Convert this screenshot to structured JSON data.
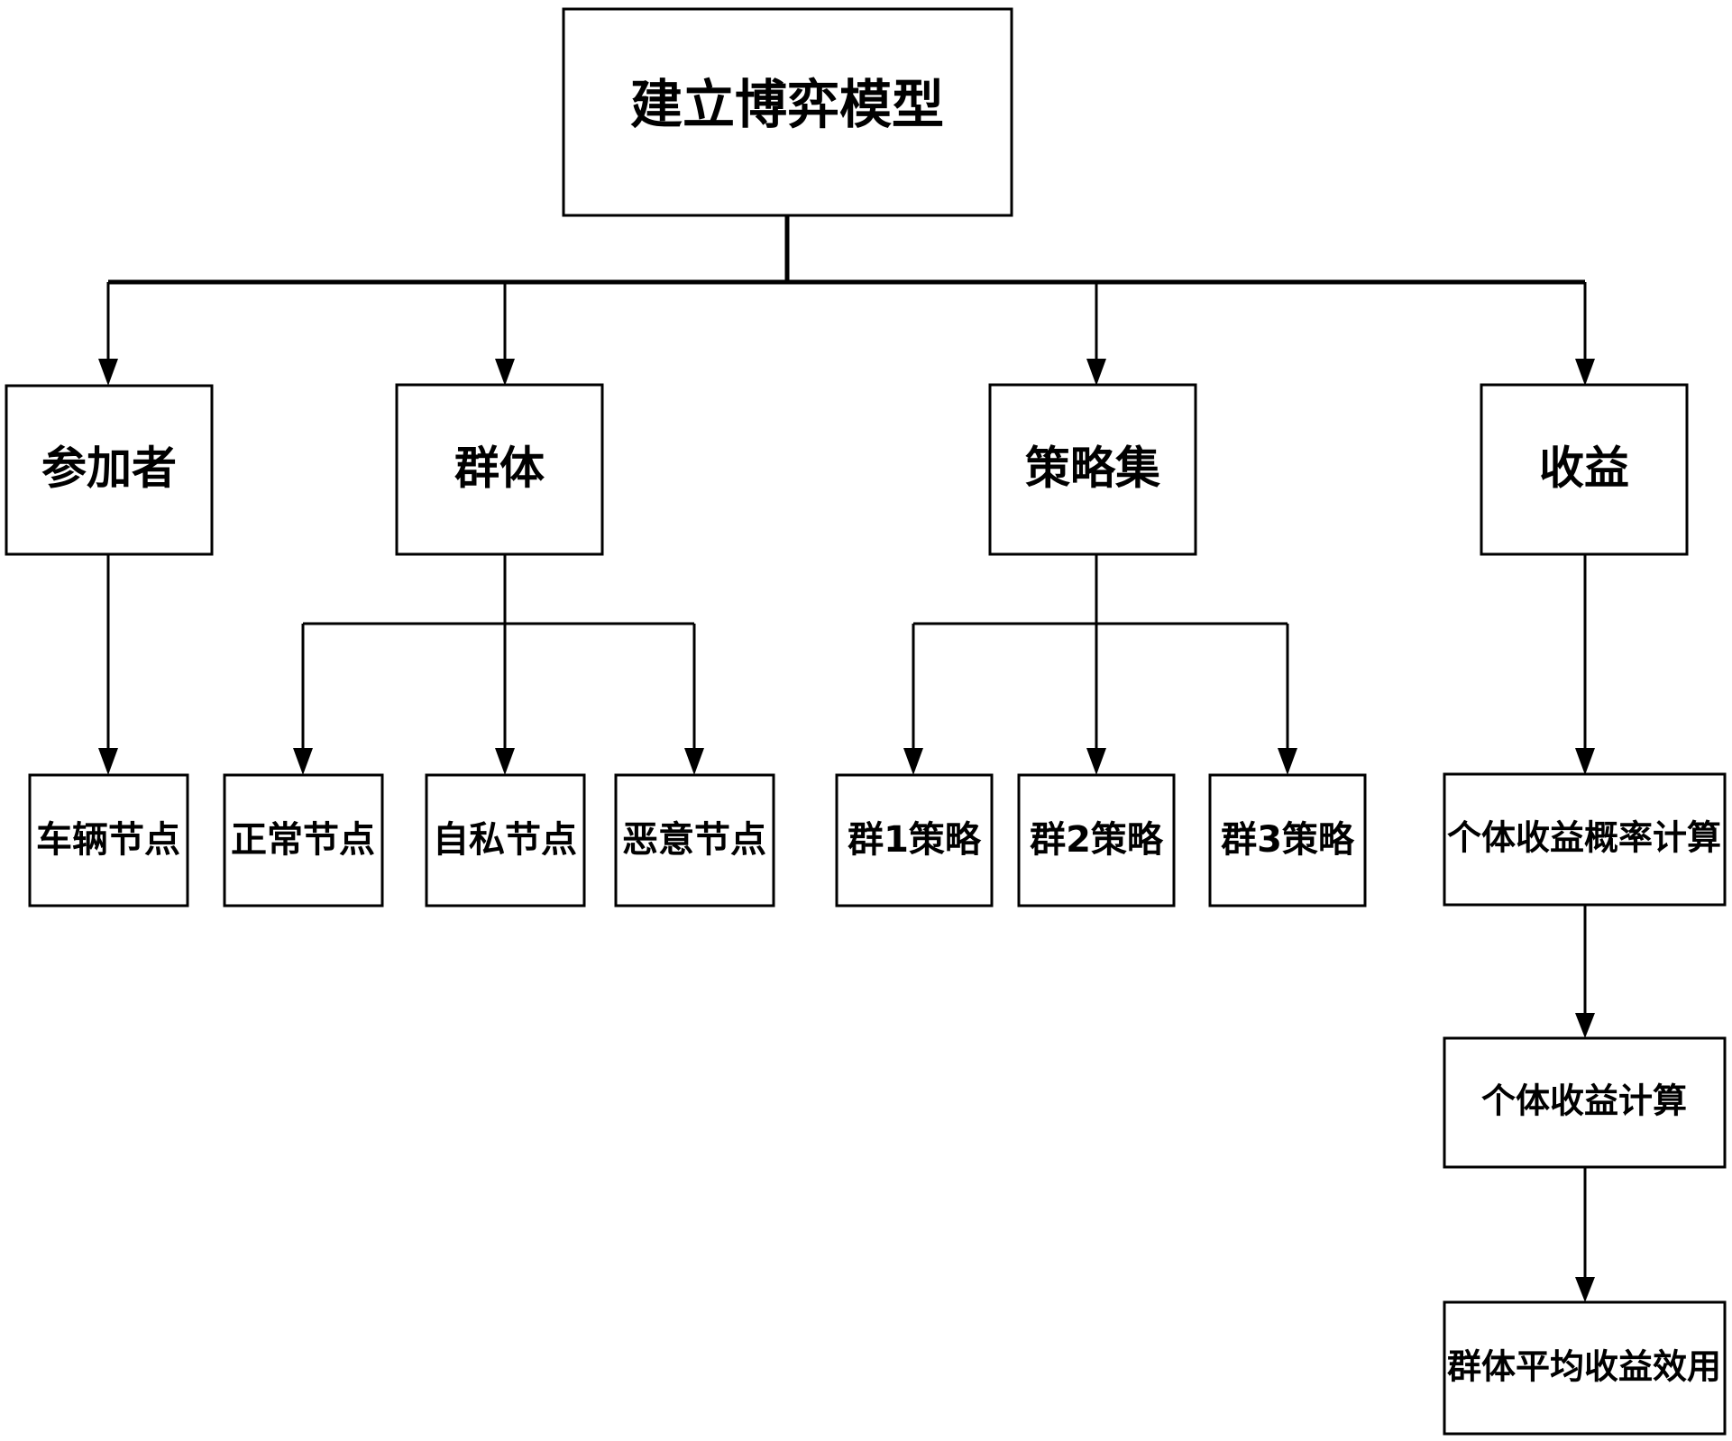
{
  "diagram": {
    "type": "flowchart",
    "title": "建立博弈模型",
    "orientation": "top-down-tree",
    "background_color": "#ffffff",
    "line_color": "#000000",
    "box_fill": "#ffffff",
    "nodes": {
      "root": {
        "label": "建立博弈模型"
      },
      "level1": [
        {
          "id": "participants",
          "label": "参加者"
        },
        {
          "id": "groups",
          "label": "群体"
        },
        {
          "id": "strategy_set",
          "label": "策略集"
        },
        {
          "id": "payoff",
          "label": "收益"
        }
      ],
      "level2": [
        {
          "id": "vehicle_node",
          "label": "车辆节点",
          "parent": "participants"
        },
        {
          "id": "normal_node",
          "label": "正常节点",
          "parent": "groups"
        },
        {
          "id": "selfish_node",
          "label": "自私节点",
          "parent": "groups"
        },
        {
          "id": "malicious_node",
          "label": "恶意节点",
          "parent": "groups"
        },
        {
          "id": "group1_strategy",
          "label": "群1策略",
          "parent": "strategy_set"
        },
        {
          "id": "group2_strategy",
          "label": "群2策略",
          "parent": "strategy_set"
        },
        {
          "id": "group3_strategy",
          "label": "群3策略",
          "parent": "strategy_set"
        },
        {
          "id": "individual_payoff_probability",
          "label": "个体收益概率计算",
          "parent": "payoff"
        }
      ],
      "payoff_chain": [
        {
          "id": "individual_payoff_calc",
          "label": "个体收益计算"
        },
        {
          "id": "group_average_payoff_utility",
          "label": "群体平均收益效用"
        }
      ]
    }
  }
}
